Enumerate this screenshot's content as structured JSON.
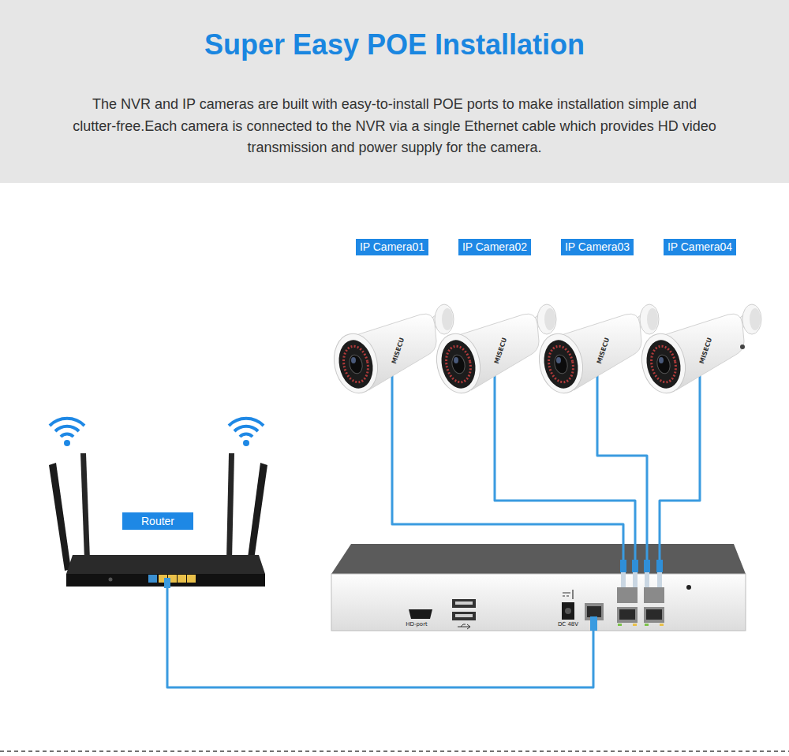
{
  "diagram": {
    "title": "Super Easy POE Installation",
    "nodes": [
      {
        "text": [
          "IP Camera01"
        ]
      },
      {
        "text": [
          "IP Camera02"
        ]
      },
      {
        "text": [
          "IP Camera03"
        ]
      },
      {
        "text": [
          "IP Camera04"
        ]
      },
      {
        "text": [
          "Router"
        ]
      },
      {
        "text": [
          "HD-port",
          "DC 48V"
        ]
      }
    ],
    "edges": [
      {
        "from": 0,
        "to": 5,
        "arrow": "none"
      },
      {
        "from": 1,
        "to": 5,
        "arrow": "none"
      },
      {
        "from": 2,
        "to": 5,
        "arrow": "none"
      },
      {
        "from": 3,
        "to": 5,
        "arrow": "none"
      },
      {
        "from": 4,
        "to": 5,
        "arrow": "none"
      }
    ],
    "labels": [
      "The NVR and IP cameras are built with easy-to-install POE ports to make installation simple and clutter-free.Each camera is connected to the NVR via a single Ethernet cable which provides HD video transmission and power supply for the camera.",
      "MISECU",
      "MISECU",
      "MISECU",
      "MISECU"
    ]
  }
}
